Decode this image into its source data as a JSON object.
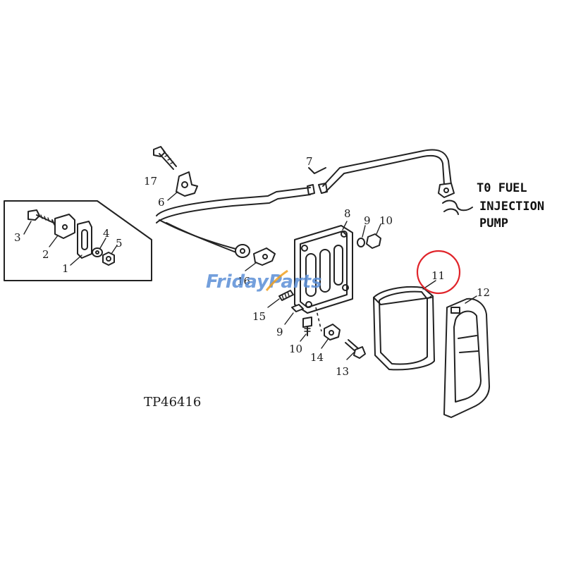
{
  "callouts": {
    "c1": "1",
    "c2": "2",
    "c3": "3",
    "c4": "4",
    "c5": "5",
    "c6": "6",
    "c7": "7",
    "c8": "8",
    "c9a": "9",
    "c9b": "9",
    "c10a": "10",
    "c10b": "10",
    "c11": "11",
    "c12": "12",
    "c13": "13",
    "c14": "14",
    "c15": "15",
    "c16": "16",
    "c17": "17"
  },
  "destination": {
    "line1": "T0 FUEL",
    "line2": "INJECTION",
    "line3": "PUMP"
  },
  "reference": "TP46416",
  "watermark": {
    "part1": "Friday",
    "part2": "Parts",
    "color_primary": "#5b8fd6",
    "color_accent": "#f0a020"
  },
  "highlight_color": "#e0242a"
}
